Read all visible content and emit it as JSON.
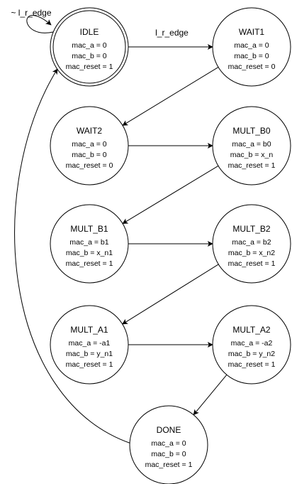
{
  "states": [
    {
      "id": "idle",
      "name": "IDLE",
      "initial": true,
      "lines": [
        "mac_a = 0",
        "mac_b = 0",
        "mac_reset = 1"
      ]
    },
    {
      "id": "wait1",
      "name": "WAIT1",
      "initial": false,
      "lines": [
        "mac_a = 0",
        "mac_b = 0",
        "mac_reset = 0"
      ]
    },
    {
      "id": "wait2",
      "name": "WAIT2",
      "initial": false,
      "lines": [
        "mac_a = 0",
        "mac_b = 0",
        "mac_reset = 0"
      ]
    },
    {
      "id": "mult_b0",
      "name": "MULT_B0",
      "initial": false,
      "lines": [
        "mac_a = b0",
        "mac_b = x_n",
        "mac_reset = 1"
      ]
    },
    {
      "id": "mult_b1",
      "name": "MULT_B1",
      "initial": false,
      "lines": [
        "mac_a = b1",
        "mac_b = x_n1",
        "mac_reset = 1"
      ]
    },
    {
      "id": "mult_b2",
      "name": "MULT_B2",
      "initial": false,
      "lines": [
        "mac_a = b2",
        "mac_b = x_n2",
        "mac_reset = 1"
      ]
    },
    {
      "id": "mult_a1",
      "name": "MULT_A1",
      "initial": false,
      "lines": [
        "mac_a = -a1",
        "mac_b = y_n1",
        "mac_reset = 1"
      ]
    },
    {
      "id": "mult_a2",
      "name": "MULT_A2",
      "initial": false,
      "lines": [
        "mac_a = -a2",
        "mac_b = y_n2",
        "mac_reset = 1"
      ]
    },
    {
      "id": "done",
      "name": "DONE",
      "initial": false,
      "lines": [
        "mac_a = 0",
        "mac_b = 0",
        "mac_reset = 1"
      ]
    }
  ],
  "transitions": [
    {
      "from": "idle",
      "to": "idle",
      "label": "~ l_r_edge"
    },
    {
      "from": "idle",
      "to": "wait1",
      "label": "l_r_edge"
    },
    {
      "from": "wait1",
      "to": "wait2",
      "label": ""
    },
    {
      "from": "wait2",
      "to": "mult_b0",
      "label": ""
    },
    {
      "from": "mult_b0",
      "to": "mult_b1",
      "label": ""
    },
    {
      "from": "mult_b1",
      "to": "mult_b2",
      "label": ""
    },
    {
      "from": "mult_b2",
      "to": "mult_a1",
      "label": ""
    },
    {
      "from": "mult_a1",
      "to": "mult_a2",
      "label": ""
    },
    {
      "from": "mult_a2",
      "to": "done",
      "label": ""
    },
    {
      "from": "done",
      "to": "idle",
      "label": ""
    }
  ]
}
